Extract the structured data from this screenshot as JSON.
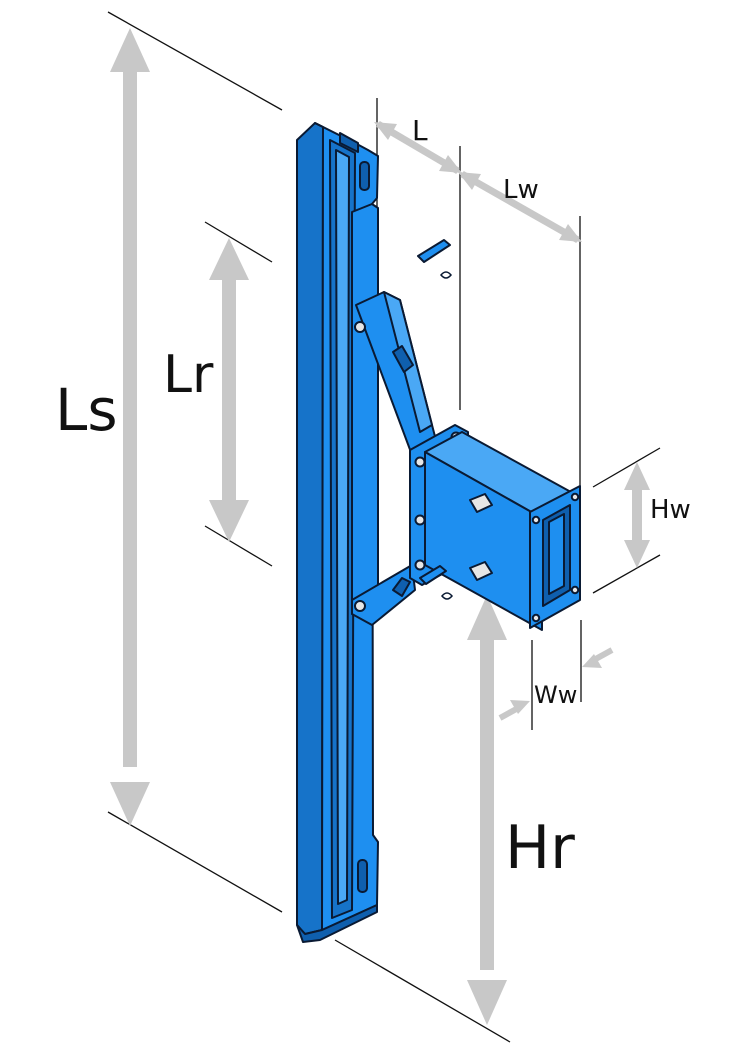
{
  "colors": {
    "part_blue": "#1e8ff0",
    "part_blue_dark": "#1673c9",
    "part_blue_light": "#4aa8f5",
    "outline": "#0a1a33",
    "dimension_arrow": "#c8c8c8",
    "dimension_line": "#111111",
    "bolt": "#e6e6e6"
  },
  "dimensions": {
    "Ls": "Ls",
    "Lr": "Lr",
    "L": "L",
    "Lw": "Lw",
    "Hw": "Hw",
    "Ww": "Ww",
    "Hr": "Hr"
  }
}
